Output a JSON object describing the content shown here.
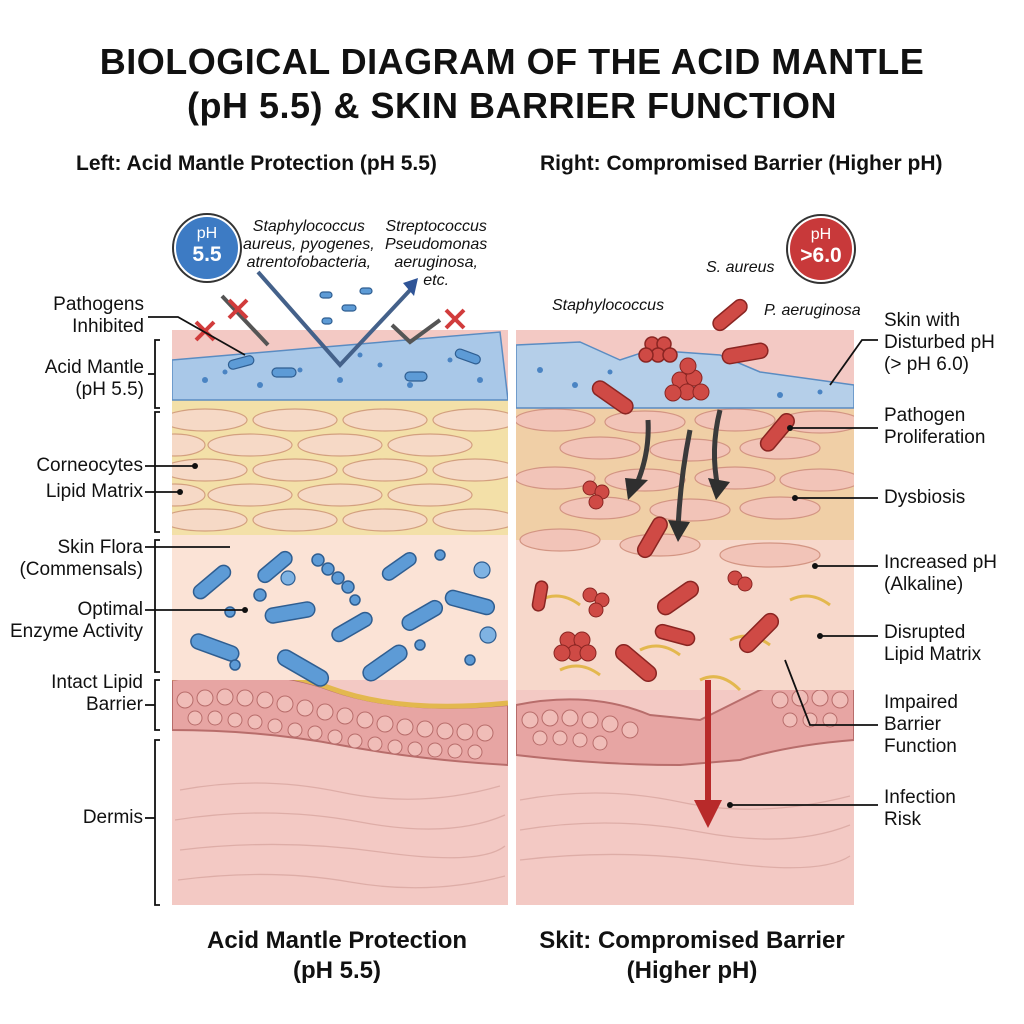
{
  "title": {
    "line1": "BIOLOGICAL DIAGRAM OF THE ACID MANTLE",
    "line2": "(pH 5.5) & SKIN BARRIER FUNCTION"
  },
  "subtitles": {
    "left": "Left: Acid Mantle Protection (pH 5.5)",
    "right": "Right: Compromised Barrier (Higher pH)"
  },
  "badges": {
    "left": {
      "top": "pH",
      "value": "5.5",
      "color": "#3d7bc4"
    },
    "right": {
      "top": "pH",
      "value": ">6.0",
      "color": "#c8393a"
    }
  },
  "pathogen_names": {
    "left_col1": "Staphylococcus\naureus, pyogenes,\natrentofobacteria,",
    "left_col2": "Streptococcus\nPseudomonas\naeruginosa,\netc.",
    "right_staph": "Staphylococcus",
    "right_saureus": "S. aureus",
    "right_paeruginosa": "P. aeruginosa"
  },
  "left_labels": [
    "Pathogens\nInhibited",
    "Acid Mantle\n(pH 5.5)",
    "Corneocytes",
    "Lipid Matrix",
    "Skin Flora\n(Commensals)",
    "Optimal\nEnzyme Activity",
    "Intact Lipid\nBarrier",
    "Dermis"
  ],
  "right_labels": [
    "Skin with\nDisturbed pH\n(> pH 6.0)",
    "Pathogen\nProliferation",
    "Dysbiosis",
    "Increased pH\n(Alkaline)",
    "Disrupted\nLipid Matrix",
    "Impaired\nBarrier\nFunction",
    "Infection\nRisk"
  ],
  "captions": {
    "left": "Acid Mantle Protection\n(pH 5.5)",
    "right": "Skit: Compromised Barrier\n(Higher pH)"
  },
  "colors": {
    "acid_mantle": "#a9c8e8",
    "corneocyte": "#f6d9c6",
    "lipid": "#f3e0a8",
    "flora_bg": "#fbe3d6",
    "dermis": "#f3c9c4",
    "basal": "#e7a5a3",
    "commensal": "#5d9bd6",
    "pathogen": "#cf4a45"
  }
}
